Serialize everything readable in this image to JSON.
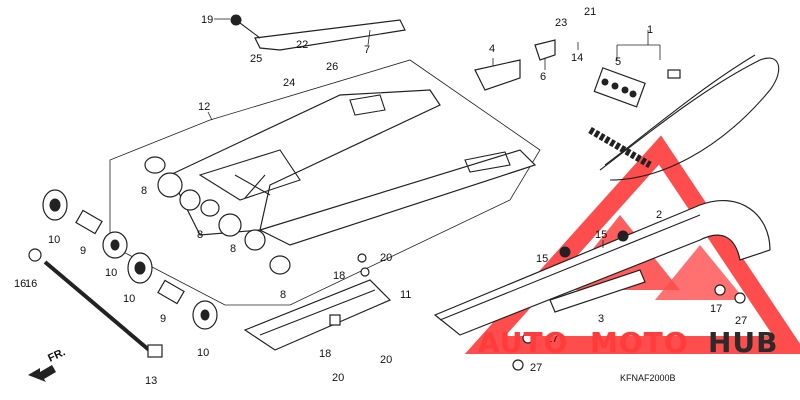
{
  "diagram": {
    "code": "KFNAF2000B",
    "direction_label": "FR.",
    "callouts": [
      "1",
      "2",
      "3",
      "4",
      "5",
      "6",
      "7",
      "8",
      "8",
      "8",
      "8",
      "9",
      "9",
      "10",
      "10",
      "10",
      "10",
      "11",
      "12",
      "13",
      "14",
      "15",
      "15",
      "16",
      "16",
      "17",
      "18",
      "18",
      "19",
      "20",
      "20",
      "20",
      "21",
      "22",
      "23",
      "24",
      "25",
      "26",
      "27",
      "27",
      "27"
    ]
  },
  "watermark": {
    "text_a": "AUTO",
    "text_b": "MOTO",
    "text_c": "HUB",
    "color_a": "#ff3b3b",
    "color_b": "#ff3b3b",
    "color_c": "#2b2b2b",
    "triangle_color": "#ff2d2d"
  }
}
